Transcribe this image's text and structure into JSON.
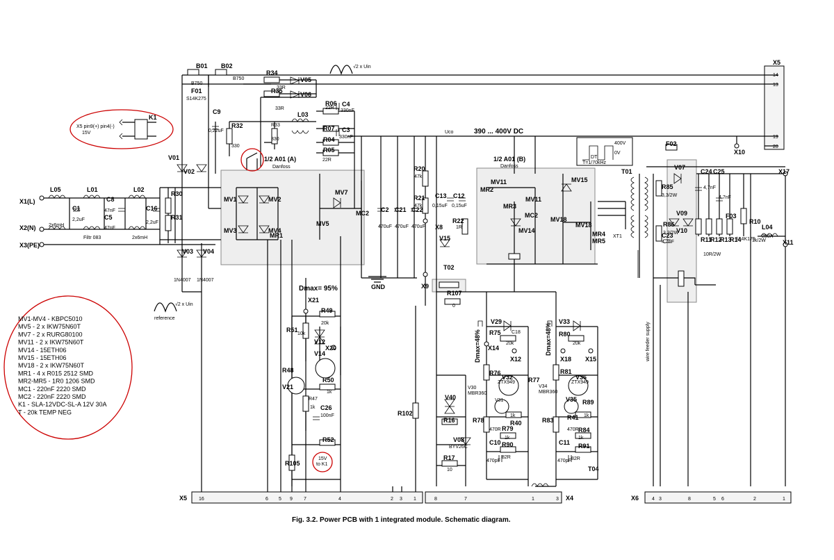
{
  "caption": "Fig. 3.2. Power PCB with 1 integrated module. Schematic diagram.",
  "k1_note": [
    "X5 pin9(+) pin4(-)",
    "15V"
  ],
  "k1_label": "K1",
  "parts_list": [
    "MV1-MV4 - KBPC5010",
    "MV5 - 2 x IKW75N60T",
    "MV7 - 2 x RURG80100",
    "MV11 -  2 x IKW75N60T",
    "MV14 - 15ETH06",
    "MV15 - 15ETH06",
    "MV18 - 2 x IKW75N60T",
    "MR1 - 4 x R015 2512 SMD",
    "MR2-MR5 - 1R0 1206 SMD",
    "MC1 - 220nF 2220 SMD",
    "MC2 - 220nF 2220 SMD",
    "K1 - SLA-12VDC-SL-A  12V 30A",
    "T - 20k TEMP NEG"
  ],
  "dc_bus": {
    "uco": "Uco",
    "voltage": "390 ... 400V DC"
  },
  "waveform_top": "√2 x Uin",
  "waveform_ref": [
    "√2 x Uin",
    "reference"
  ],
  "pulse_box": {
    "level_high": "400V",
    "level_low": "0V",
    "dt": "DT",
    "freq": "T=1/70kHz"
  },
  "modules": {
    "a": {
      "title": "1/2 A01 (A)",
      "maker": "Danfoss"
    },
    "b": {
      "title": "1/2 A01 (B)",
      "maker": "Danfoss"
    }
  },
  "dmax_95": "Dmax= 95%",
  "dmax_48_left": "Dmax=48%",
  "dmax_48_right": "Dmax=48%",
  "wire_feeder": "wire feeder supply",
  "k1_out_note": [
    "15V",
    "to K1"
  ],
  "gnd": "GND",
  "connectors": {
    "x5_top": {
      "name": "X5",
      "pins": [
        "14",
        "13",
        "19",
        "20"
      ]
    },
    "x5_bot": {
      "name": "X5",
      "pins": [
        "16",
        "6",
        "5",
        "9",
        "7",
        "4",
        "2",
        "3",
        "1"
      ]
    },
    "x4": {
      "name": "X4",
      "pins": [
        "8",
        "7",
        "1",
        "3"
      ]
    },
    "x6": {
      "name": "X6",
      "pins": [
        "4",
        "3",
        "8",
        "5",
        "6",
        "2",
        "1"
      ]
    }
  },
  "inputs": [
    "X1(L)",
    "X2(N)",
    "X3(PE)"
  ],
  "components": {
    "B01": "B01",
    "B02": "B02",
    "B750a": "B750",
    "B750b": "B750",
    "F01": "F01",
    "F01v": "S14K275",
    "R34": "R34",
    "R34v": "33R",
    "R35": "R35",
    "R35v": "33R",
    "V05": "V05",
    "V06": "V06",
    "R06": "R06",
    "R06v": "22R",
    "C4": "C4",
    "C4v": "330nF",
    "R07": "R07",
    "C3": "C3",
    "C3v": "330nF",
    "R04": "R04",
    "R05": "R05",
    "R05v": "22R",
    "L03": "L03",
    "C9": "C9",
    "C9v": "0,22uF",
    "R32": "R32",
    "R32v": "330",
    "R33": "R33",
    "R33v": "330",
    "V01": "V01",
    "V02": "V02",
    "L05": "L05",
    "L01": "L01",
    "L02": "L02",
    "C1": "C1",
    "C1v": "2,2uF",
    "C8": "C8",
    "C8v": "47nF",
    "C5": "C5",
    "C5v": "47nF",
    "C16": "C16",
    "C16v": "2,2uF",
    "L05v": "2x6mH",
    "L02v": "2x6mH",
    "filtr": "Filtr 083",
    "R30": "R30",
    "R31": "R31",
    "V03": "V03",
    "V04": "V04",
    "V03v": "1N4007",
    "V04v": "1N4007",
    "MV1": "MV1",
    "MV2": "MV2",
    "MV3": "MV3",
    "MV4": "MV4",
    "MR1": "MR1",
    "MV5": "MV5",
    "MV7": "MV7",
    "MC2a": "MC2",
    "C2": "C2",
    "C21": "C21",
    "C22": "C22",
    "C2v": "470uF",
    "C21v": "470uF",
    "C22v": "470uF",
    "R20": "R20",
    "R20v": "47k",
    "R21": "R21",
    "R21v": "47k",
    "C13": "C13",
    "C12": "C12",
    "C13v": "0,15uF",
    "C12v": "0,15uF",
    "R22": "R22",
    "R22v": "1R",
    "X8": "X8",
    "V15": "V15",
    "T02": "T02",
    "X9": "X9",
    "R107": "R107",
    "R107v": "0",
    "MR2": "MR2",
    "MR3": "MR3",
    "MV11a": "MV11",
    "MV11b": "MV11",
    "MC2b": "MC2",
    "MV14": "MV14",
    "MV15": "MV15",
    "MV18a": "MV18",
    "MV18b": "MV18",
    "MR4": "MR4",
    "MR5": "MR5",
    "X10": "X10",
    "X17": "X17",
    "T01": "T01",
    "XT1": "XT1",
    "R85": "R85",
    "R85v": "3,3/2W",
    "R86": "R86",
    "R86v": "3,3/2W",
    "C23": "C23",
    "C23v": "4,7nF",
    "F02": "F02",
    "V07": "V07",
    "V09": "V09",
    "V10": "V10",
    "C24": "C24",
    "C24v": "4,7nF",
    "C25": "C25",
    "C25v": "4,7nF",
    "R11": "R11",
    "R12": "R12",
    "R13": "R13",
    "R14": "R14",
    "R1416v": "10R/2W",
    "F03": "F03",
    "F03v": "S14K175",
    "R10": "R10",
    "R10v": "1k/2W",
    "L04": "L04",
    "L04v": "250A",
    "X11": "X11",
    "X21": "X21",
    "R49": "R49",
    "R49v": "20k",
    "V12": "V12",
    "X20": "X20",
    "R51": "R51",
    "R51v": "10k",
    "V14": "V14",
    "R48": "R48",
    "V21": "V21",
    "R50": "R50",
    "R50v": "1k",
    "R47": "R47",
    "R47v": "1k",
    "C26": "C26",
    "C26v": "100nF",
    "R52": "R52",
    "R105": "R105",
    "R102": "R102",
    "V40": "V40",
    "R16": "R16",
    "V08": "V08",
    "V08v": "BYV26C",
    "R17": "R17",
    "R17v": "10",
    "V29": "V29",
    "R75": "R75",
    "C18": "C18",
    "X14": "X14",
    "X12": "X12",
    "R76": "R76",
    "V32": "V32",
    "ZTX": "ZTX949",
    "V30": "V30",
    "MBR": "MBR360",
    "V31": "V31",
    "R77": "R77",
    "R78": "R78",
    "R40": "R40",
    "R79": "R79",
    "C10": "C10",
    "C10v": "470pF",
    "R90": "R90",
    "R90v": "82R",
    "V33": "V33",
    "R80": "R80",
    "X18": "X18",
    "X15": "X15",
    "R81": "R81",
    "V36": "V36",
    "ZTX2": "ZTX949",
    "V34": "V34",
    "MBR2": "MBR360",
    "V35": "V35",
    "R83": "R83",
    "R84": "R84",
    "R41": "R41",
    "R89": "R89",
    "C11": "C11",
    "C11v": "470pF",
    "R91": "R91",
    "R91v": "82R",
    "T04": "T04",
    "r470": "470R",
    "r470b": "470R",
    "k20": "20k",
    "k20b": "20k",
    "k1": "1k",
    "k1b": "1k",
    "k1c": "1k",
    "k1d": "1k"
  }
}
